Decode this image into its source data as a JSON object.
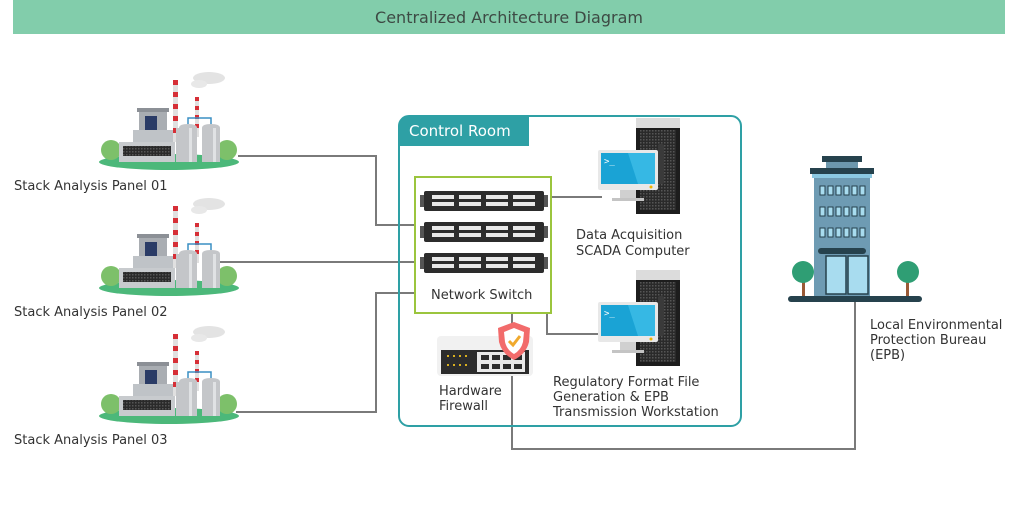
{
  "title": "Centralized Architecture Diagram",
  "colors": {
    "banner": "#82cdab",
    "control_room": "#2ea0a5",
    "switch_box": "#9bc53d",
    "connector": "#7a7a7a",
    "shield": "#f26b6b"
  },
  "control_room": {
    "label": "Control Room"
  },
  "nodes": {
    "panels": [
      {
        "label": "Stack Analysis Panel 01"
      },
      {
        "label": "Stack Analysis Panel 02"
      },
      {
        "label": "Stack Analysis Panel 03"
      }
    ],
    "network_switch": {
      "label": "Network Switch"
    },
    "scada": {
      "line1": "Data Acquisition",
      "line2": "SCADA Computer"
    },
    "firewall": {
      "line1": "Hardware",
      "line2": "Firewall"
    },
    "workstation": {
      "line1": "Regulatory Format File",
      "line2": "Generation & EPB",
      "line3": "Transmission Workstation"
    },
    "epb": {
      "line1": "Local Environmental",
      "line2": "Protection Bureau",
      "line3": "(EPB)"
    }
  }
}
